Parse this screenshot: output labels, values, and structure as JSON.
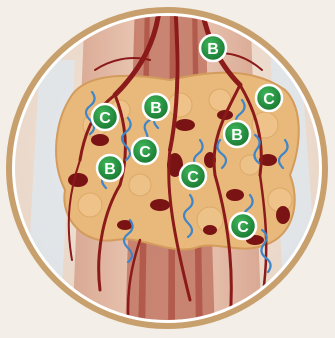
{
  "illustration": {
    "badges": [
      {
        "label": "B"
      },
      {
        "label": "C"
      },
      {
        "label": "B"
      },
      {
        "label": "C"
      },
      {
        "label": "C"
      },
      {
        "label": "B"
      },
      {
        "label": "C"
      },
      {
        "label": "B"
      },
      {
        "label": "C"
      }
    ]
  },
  "colors": {
    "background": "#f3efe8",
    "frame_ring": "#c8a06e",
    "bone": "#e8c9b3",
    "marrow_channel": "#b05a48",
    "artery": "#8b1a1a",
    "fat_tissue": "#e8b97a",
    "nerve_fiber": "#3f86c9",
    "badge_green": "#1f8a3a"
  }
}
